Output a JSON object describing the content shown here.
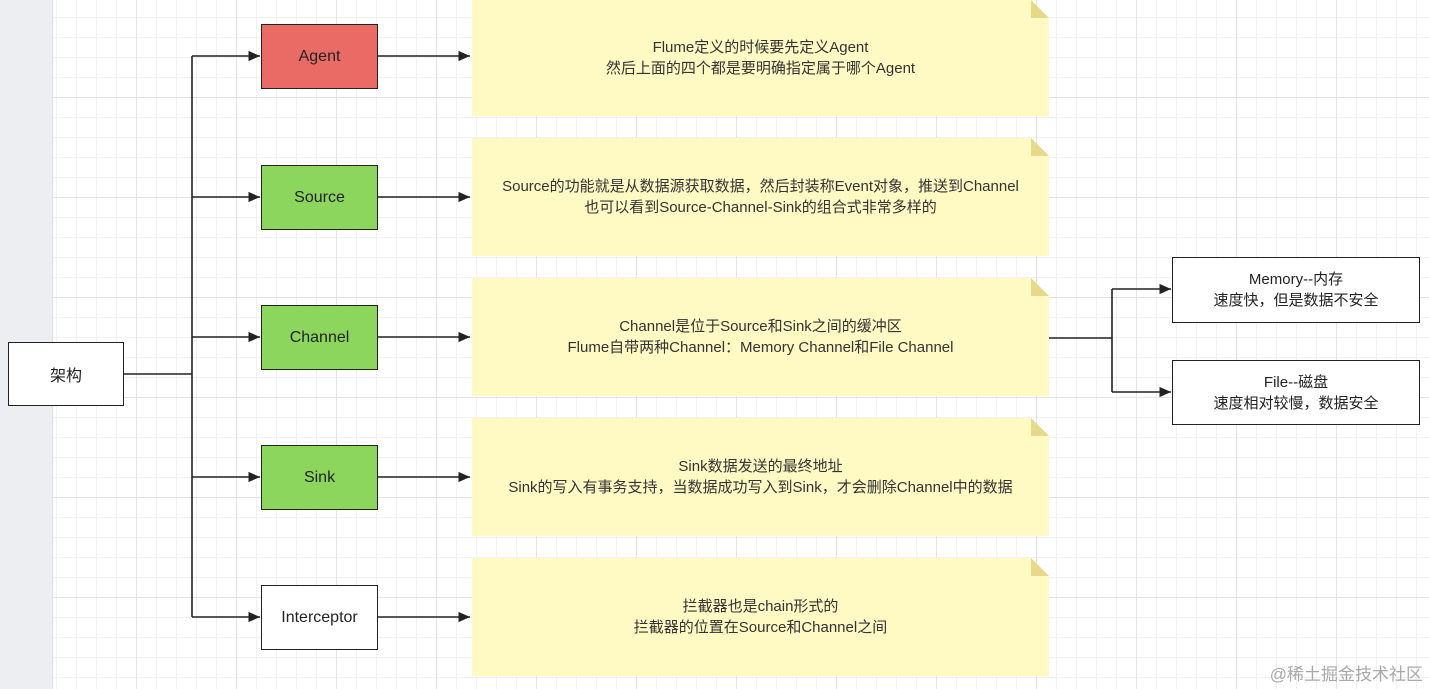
{
  "root": {
    "label": "架构"
  },
  "components": [
    {
      "label": "Agent",
      "fill": "#ea6b66"
    },
    {
      "label": "Source",
      "fill": "#8cd65e"
    },
    {
      "label": "Channel",
      "fill": "#8cd65e"
    },
    {
      "label": "Sink",
      "fill": "#8cd65e"
    },
    {
      "label": "Interceptor",
      "fill": "#ffffff"
    }
  ],
  "notes": [
    {
      "line1": "Flume定义的时候要先定义Agent",
      "line2": "然后上面的四个都是要明确指定属于哪个Agent"
    },
    {
      "line1": "Source的功能就是从数据源获取数据，然后封装称Event对象，推送到Channel",
      "line2": "也可以看到Source-Channel-Sink的组合式非常多样的"
    },
    {
      "line1": "Channel是位于Source和Sink之间的缓冲区",
      "line2": "Flume自带两种Channel：Memory Channel和File Channel"
    },
    {
      "line1": "Sink数据发送的最终地址",
      "line2": "Sink的写入有事务支持，当数据成功写入到Sink，才会删除Channel中的数据"
    },
    {
      "line1": "拦截器也是chain形式的",
      "line2": "拦截器的位置在Source和Channel之间"
    }
  ],
  "channel_types": [
    {
      "line1": "Memory--内存",
      "line2": "速度快，但是数据不安全"
    },
    {
      "line1": "File--磁盘",
      "line2": "速度相对较慢，数据安全"
    }
  ],
  "watermark": "@稀土掘金技术社区",
  "colors": {
    "note_fill": "#fff9c4",
    "note_fold": "#e6d98a",
    "edge": "#222222"
  }
}
